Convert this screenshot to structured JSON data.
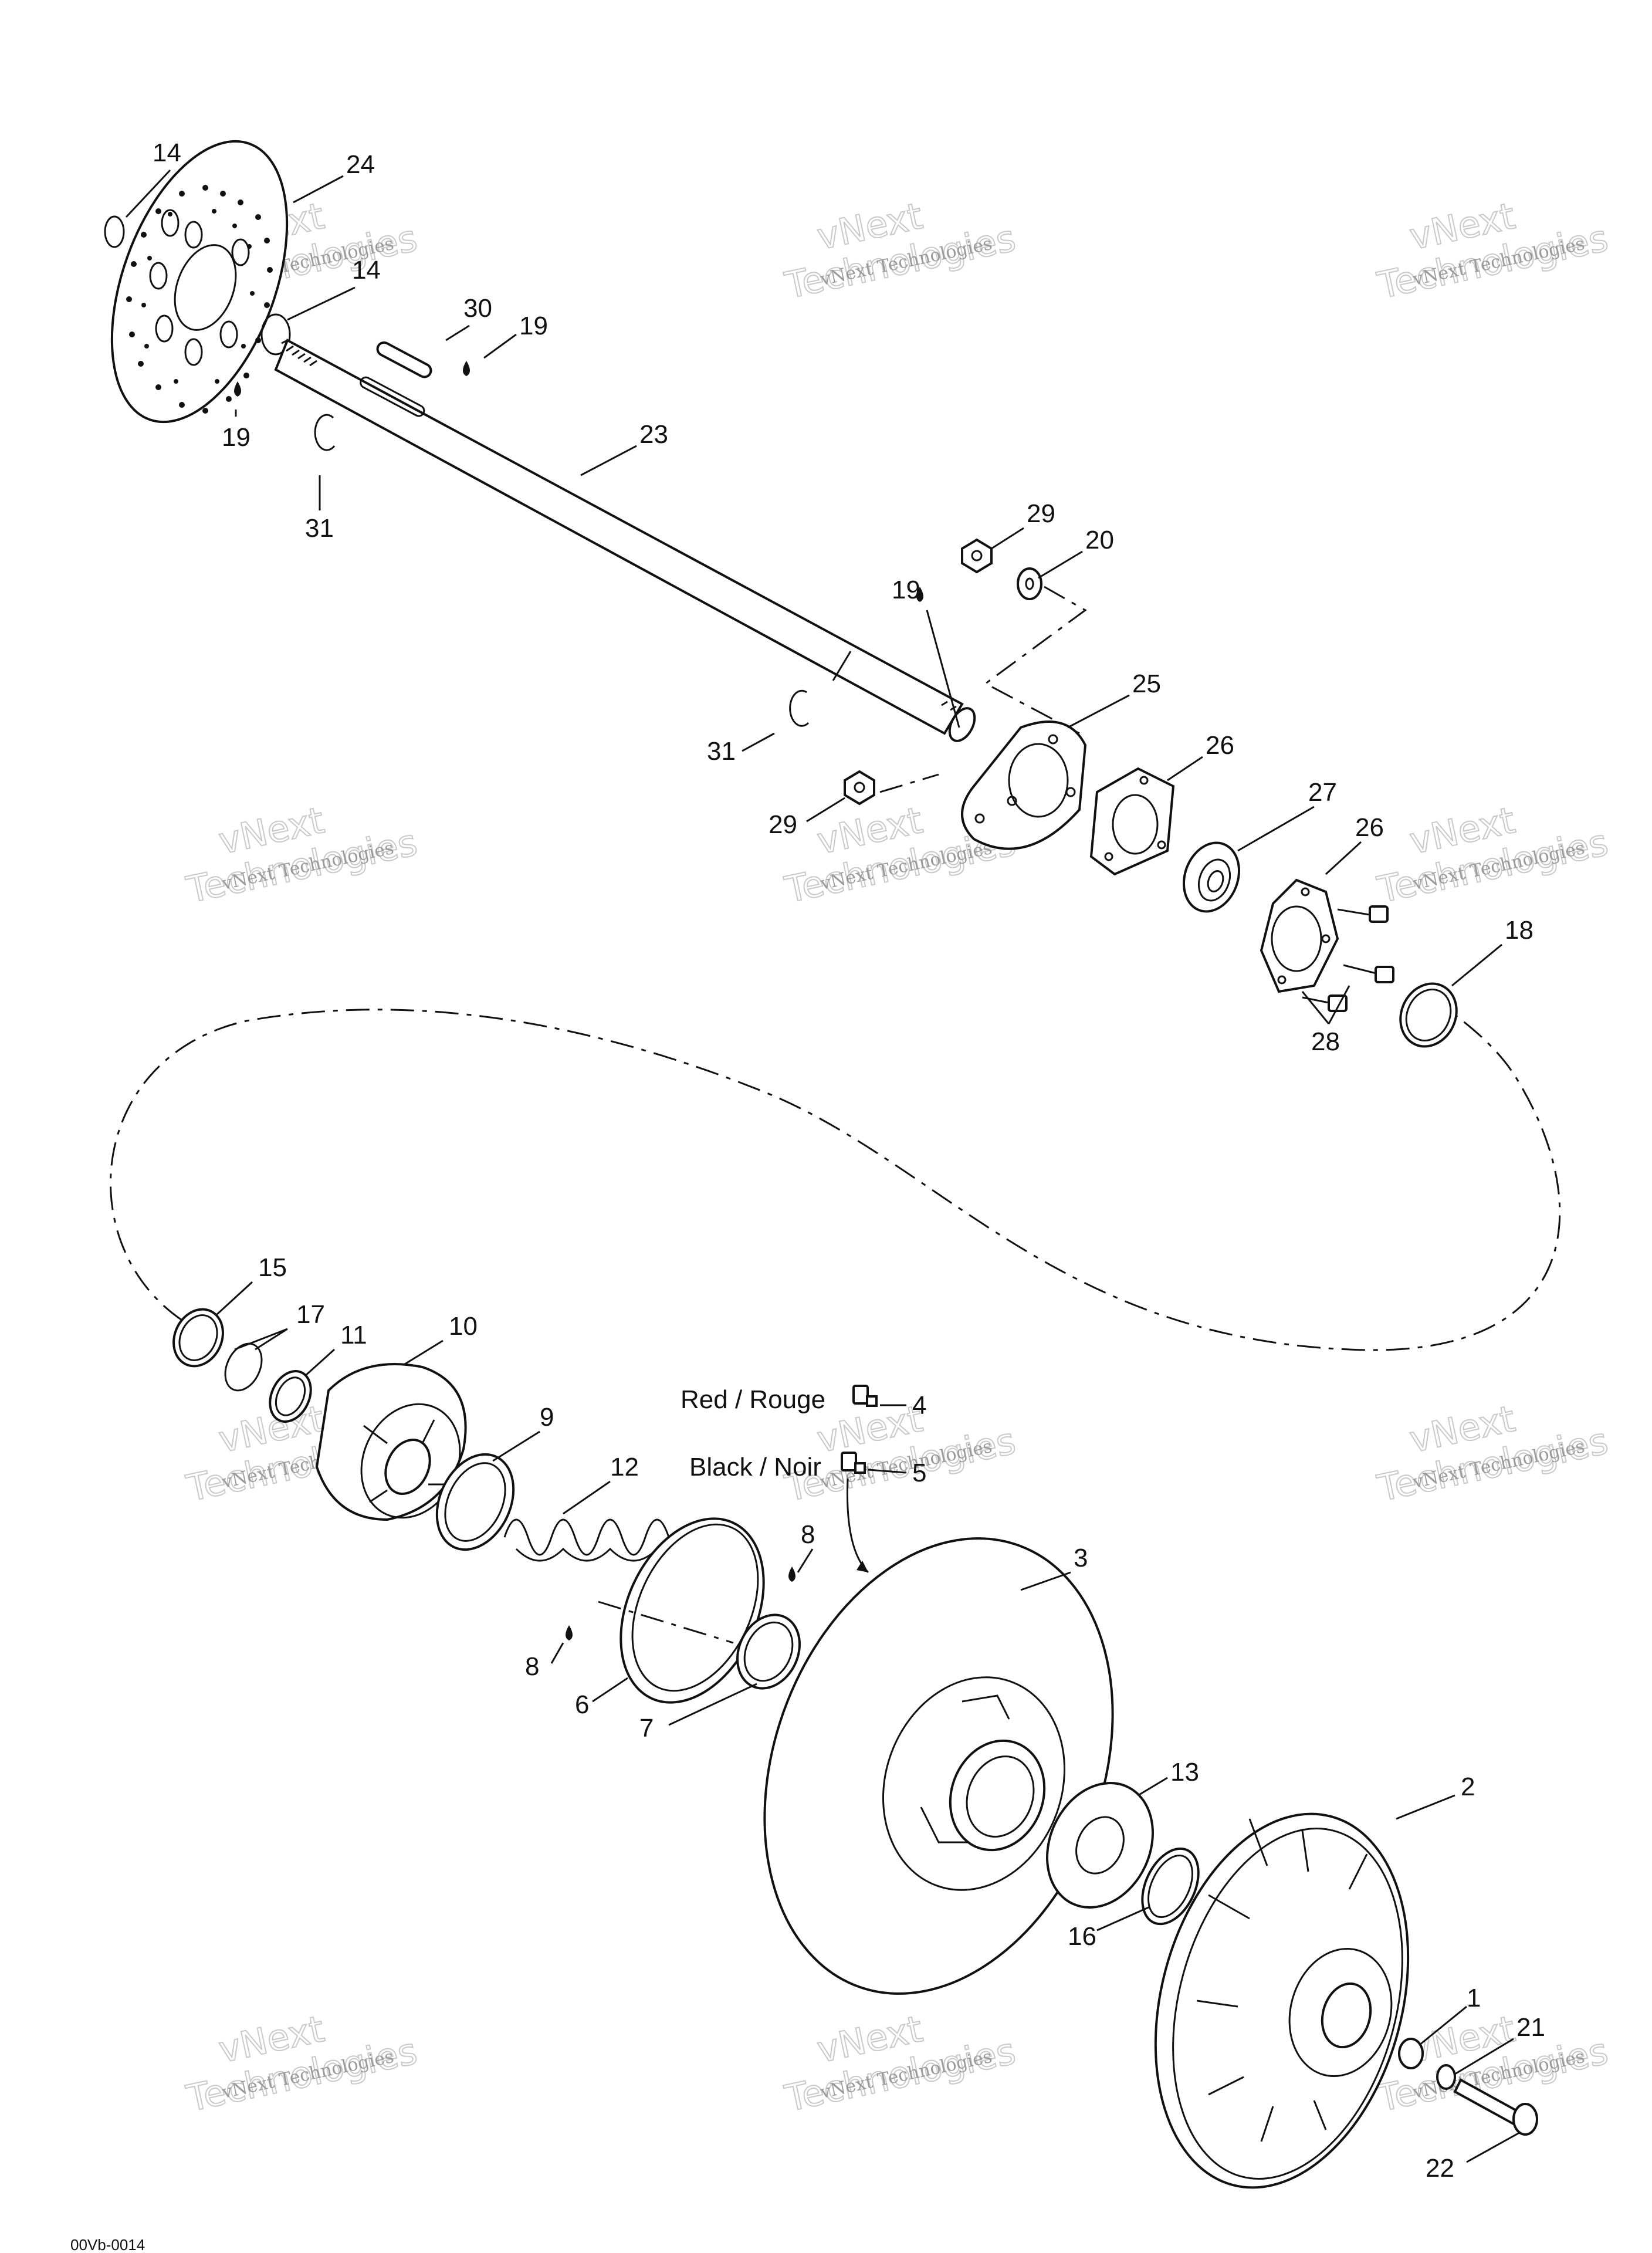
{
  "diagram": {
    "labels": {
      "l14a": "14",
      "l24": "24",
      "l14b": "14",
      "l30": "30",
      "l19a": "19",
      "l19b": "19",
      "l31a": "31",
      "l23": "23",
      "l29a": "29",
      "l20": "20",
      "l19c": "19",
      "l25": "25",
      "l31b": "31",
      "l26a": "26",
      "l29b": "29",
      "l27": "27",
      "l26b": "26",
      "l18": "18",
      "l28": "28",
      "l15": "15",
      "l17": "17",
      "l11": "11",
      "l10": "10",
      "l9": "9",
      "l4": "4",
      "l12": "12",
      "l5": "5",
      "l8a": "8",
      "l3": "3",
      "l8b": "8",
      "l6": "6",
      "l7": "7",
      "l13": "13",
      "l2": "2",
      "l16": "16",
      "l1": "1",
      "l21": "21",
      "l22": "22"
    },
    "wire_labels": {
      "red": "Red / Rouge",
      "black": "Black / Noir"
    },
    "figure_code": "00Vb-0014"
  },
  "watermark": {
    "line1": "vNext",
    "line2": "Technologies",
    "small": "vNext Technologies"
  }
}
